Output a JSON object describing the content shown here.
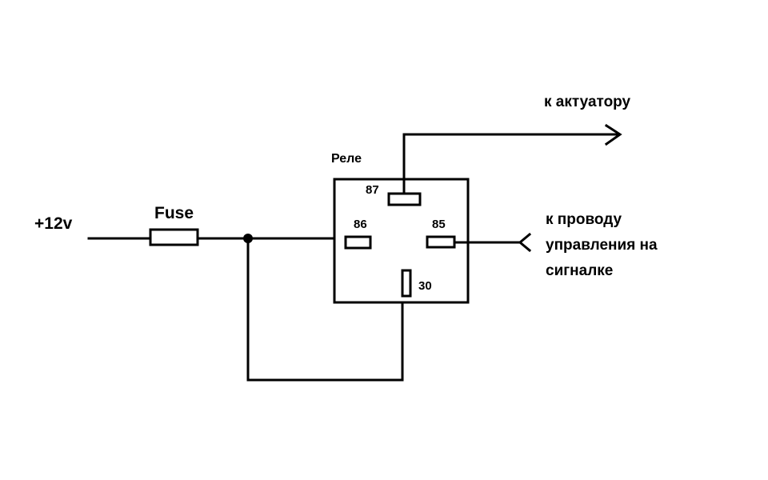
{
  "supply": {
    "label": "+12v"
  },
  "fuse": {
    "label": "Fuse"
  },
  "relay": {
    "title": "Реле",
    "pins": {
      "p87": "87",
      "p86": "86",
      "p85": "85",
      "p30": "30"
    }
  },
  "outputs": {
    "actuator": "к актуатору",
    "alarm_line1": "к проводу",
    "alarm_line2": "управления на",
    "alarm_line3": "сигналке"
  },
  "colors": {
    "line": "#000000",
    "background": "#ffffff"
  }
}
